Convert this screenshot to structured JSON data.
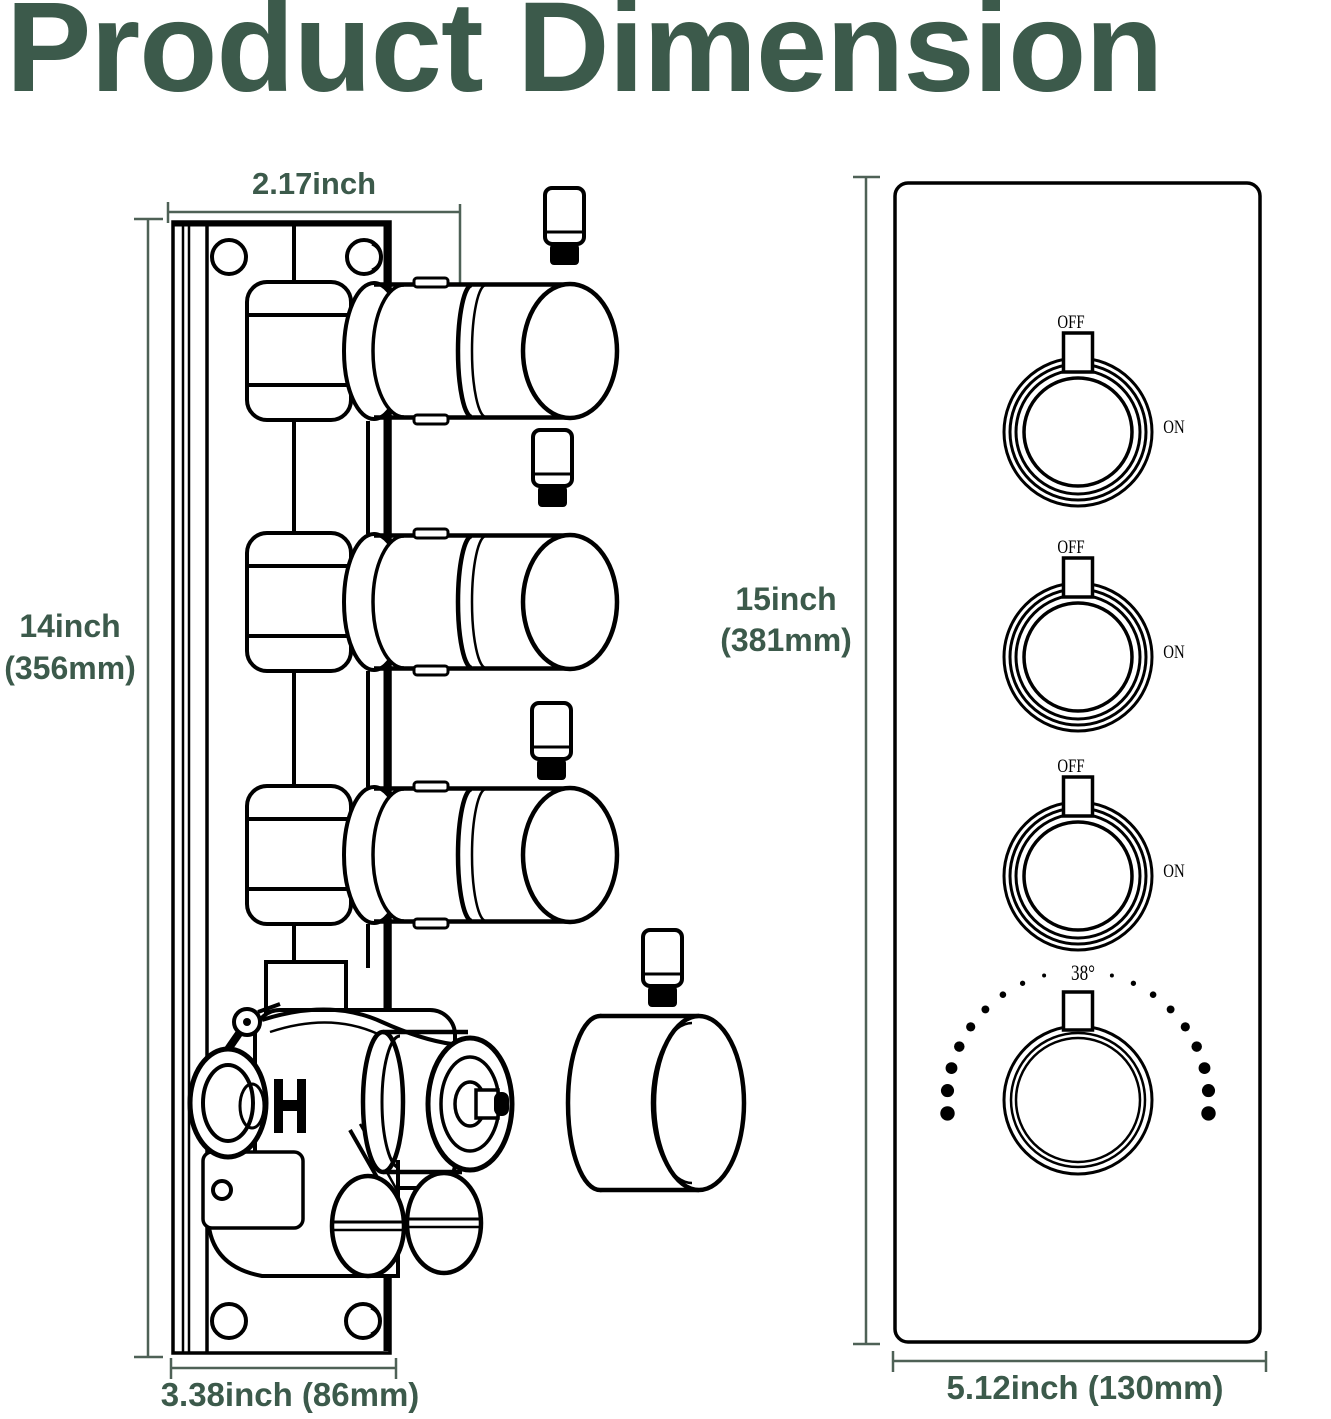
{
  "title": "Product Dimension",
  "colors": {
    "accent_text": "#3C5A4B",
    "dimension_line": "#4E6156",
    "line_art": "#000000",
    "background": "#FFFFFF"
  },
  "valve_drawing": {
    "width_dim_label": "2.17inch",
    "height_dim_label_line1": "14inch",
    "height_dim_label_line2": "(356mm)",
    "depth_dim_label": "3.38inch (86mm)"
  },
  "panel_drawing": {
    "height_dim_label_line1": "15inch",
    "height_dim_label_line2": "(381mm)",
    "width_dim_label": "5.12inch (130mm)",
    "knobs": [
      {
        "off_label": "OFF",
        "on_label": "ON"
      },
      {
        "off_label": "OFF",
        "on_label": "ON"
      },
      {
        "off_label": "OFF",
        "on_label": "ON"
      }
    ],
    "temperature_knob": {
      "temp_label": "38°"
    }
  }
}
